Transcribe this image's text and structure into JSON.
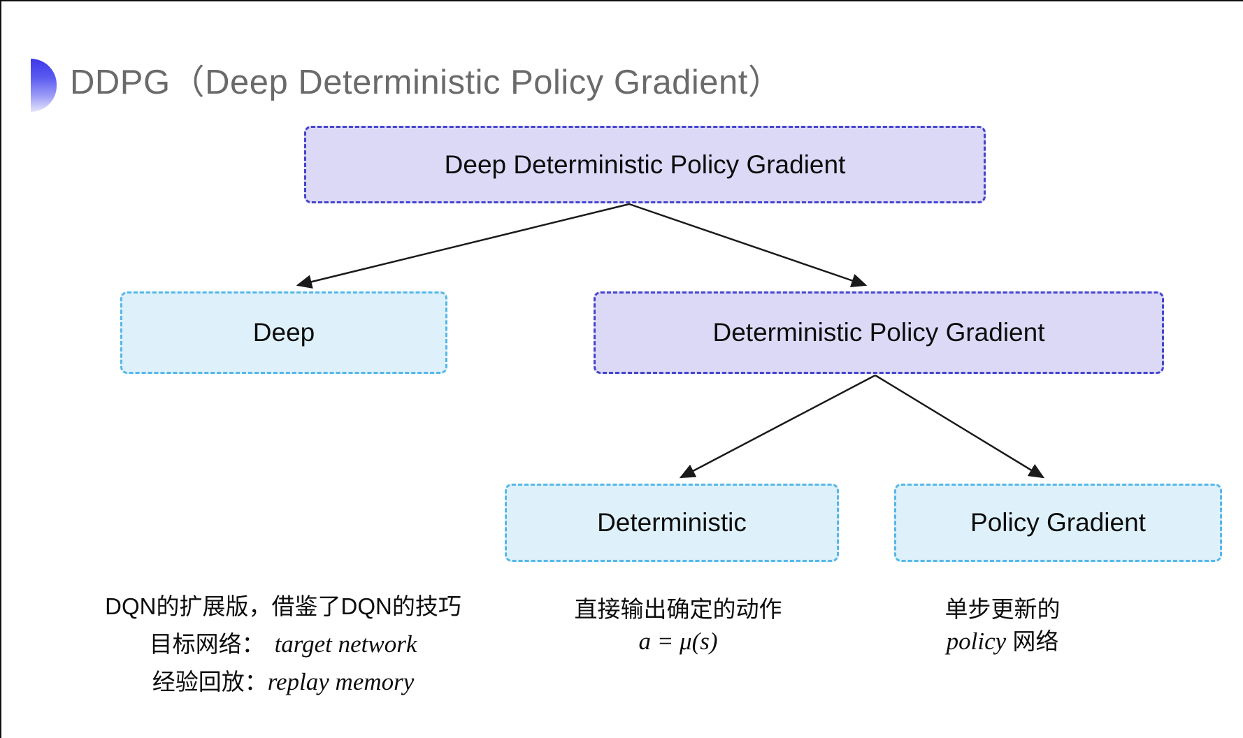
{
  "slide": {
    "title": "DDPG（Deep Deterministic Policy Gradient）"
  },
  "tree": {
    "root": "Deep Deterministic Policy Gradient",
    "deep": "Deep",
    "dpg": "Deterministic Policy Gradient",
    "deterministic": "Deterministic",
    "policy_gradient": "Policy Gradient"
  },
  "notes": {
    "deep": {
      "line1": "DQN的扩展版，借鉴了DQN的技巧",
      "target_label": "目标网络：",
      "target_value": "target network",
      "replay_label": "经验回放：",
      "replay_value": "replay memory"
    },
    "deterministic": {
      "line1": "直接输出确定的动作",
      "formula": "a = μ(s)"
    },
    "policy_gradient": {
      "line1": "单步更新的",
      "word_italic": "policy",
      "word_rest": " 网络"
    }
  },
  "colors": {
    "purple_fill": "#dcd9f7",
    "purple_border": "#4444cc",
    "cyan_fill": "#def1fb",
    "cyan_border": "#55b7e8",
    "title_gray": "#6a6a6a",
    "arrow_black": "#1a1a1a",
    "bullet_blue": "#3c38e9"
  }
}
